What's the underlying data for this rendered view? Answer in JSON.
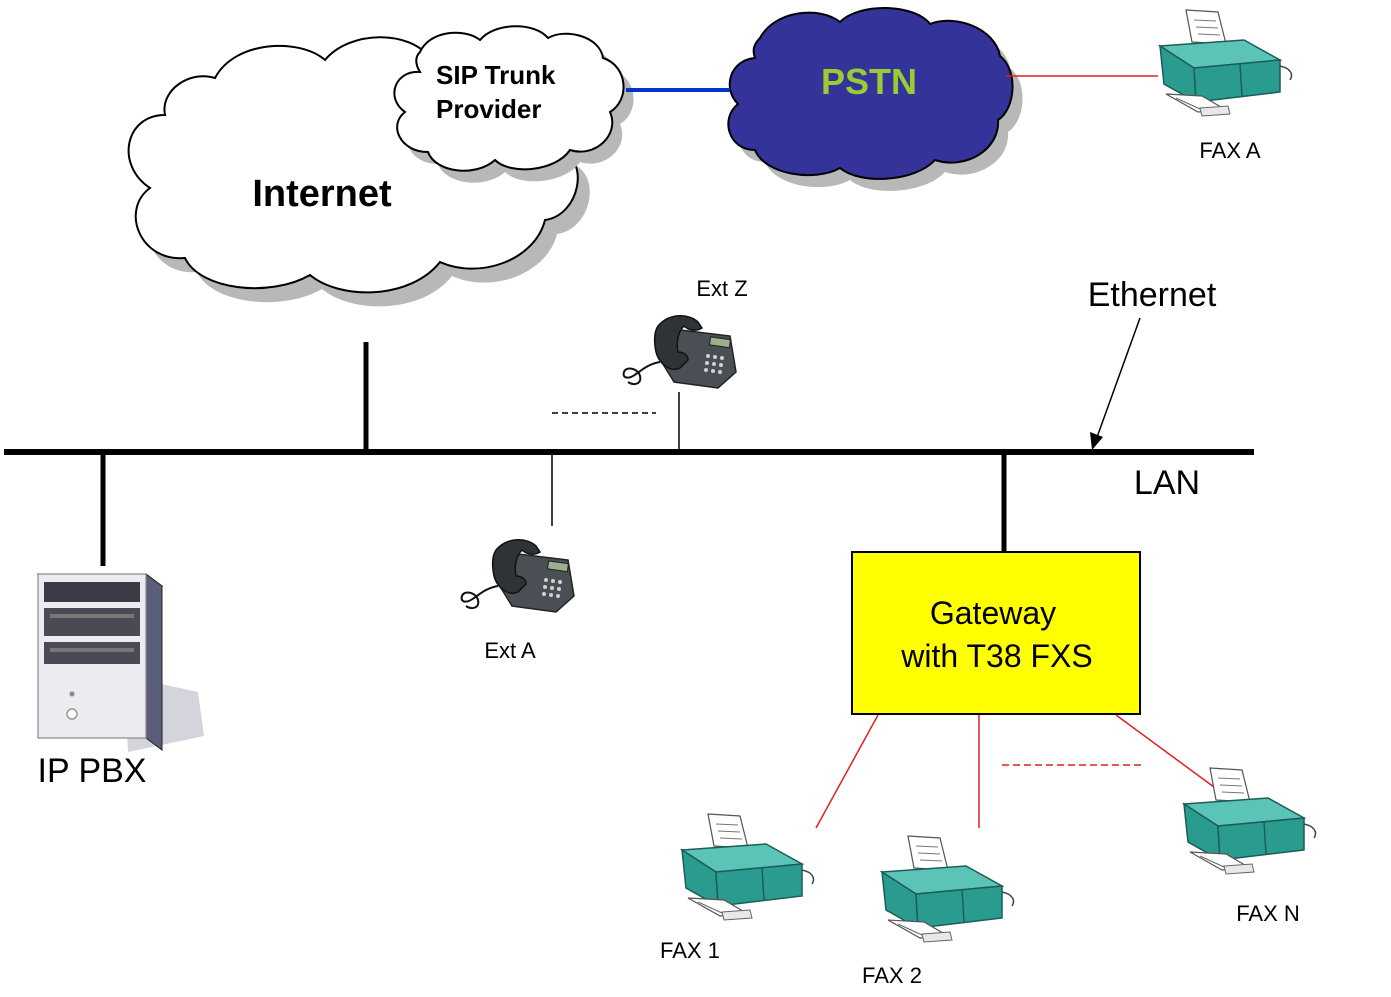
{
  "labels": {
    "internet": "Internet",
    "sip_trunk_line1": "SIP Trunk",
    "sip_trunk_line2": "Provider",
    "pstn": "PSTN",
    "fax_a": "FAX A",
    "ext_z": "Ext Z",
    "ethernet": "Ethernet",
    "lan": "LAN",
    "ext_a": "Ext A",
    "ip_pbx": "IP PBX",
    "gateway_line1": "Gateway",
    "gateway_line2": "with T38 FXS",
    "fax_1": "FAX 1",
    "fax_2": "FAX 2",
    "fax_n": "FAX N"
  },
  "colors": {
    "pstn_cloud": "#333399",
    "pstn_text": "#99cc33",
    "gateway_fill": "#ffff00",
    "sip_pstn_link": "#0033cc",
    "fax_link": "#e02020",
    "lan_line": "#000000"
  },
  "icons": {
    "server": "server-tower-icon",
    "phone": "ip-desk-phone-icon",
    "fax": "fax-machine-icon"
  }
}
